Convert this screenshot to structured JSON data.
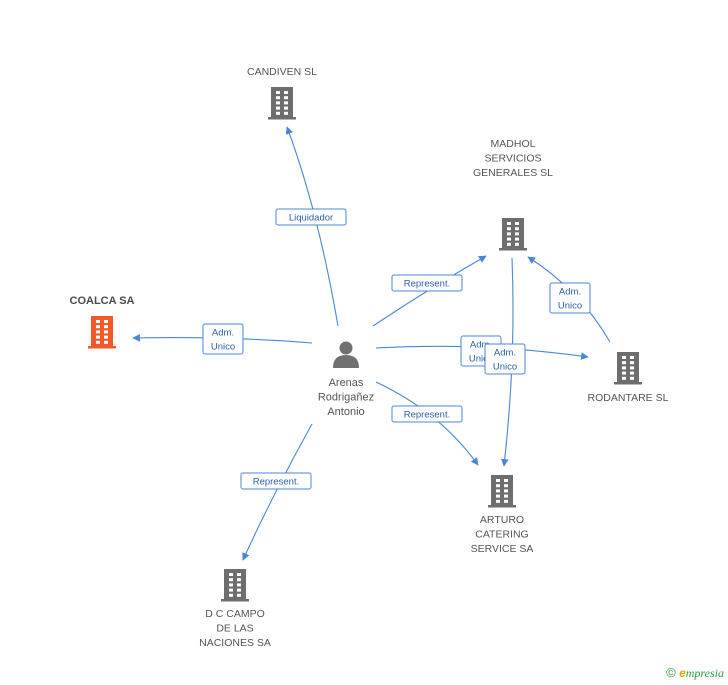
{
  "person": {
    "name_lines": [
      "Arenas",
      "Rodrigañez",
      "Antonio"
    ],
    "icon": "person-icon"
  },
  "companies": [
    {
      "id": "candiven",
      "lines": [
        "CANDIVEN SL"
      ],
      "icon": "building-icon",
      "highlight": false
    },
    {
      "id": "madhol",
      "lines": [
        "MADHOL",
        "SERVICIOS",
        "GENERALES SL"
      ],
      "icon": "building-icon",
      "highlight": false
    },
    {
      "id": "coalca",
      "lines": [
        "COALCA SA"
      ],
      "icon": "building-icon",
      "highlight": true
    },
    {
      "id": "rodantare",
      "lines": [
        "RODANTARE SL"
      ],
      "icon": "building-icon",
      "highlight": false
    },
    {
      "id": "arturo",
      "lines": [
        "ARTURO",
        "CATERING",
        "SERVICE SA"
      ],
      "icon": "building-icon",
      "highlight": false
    },
    {
      "id": "dccampo",
      "lines": [
        "D C CAMPO",
        "DE LAS",
        "NACIONES SA"
      ],
      "icon": "building-icon",
      "highlight": false
    }
  ],
  "relations": [
    {
      "from": "person",
      "to": "candiven",
      "label": [
        "Liquidador"
      ]
    },
    {
      "from": "person",
      "to": "madhol",
      "label": [
        "Represent."
      ]
    },
    {
      "from": "person",
      "to": "coalca",
      "label": [
        "Adm.",
        "Unico"
      ]
    },
    {
      "from": "person",
      "to": "rodantare",
      "label": [
        "Adm.",
        "Unico"
      ]
    },
    {
      "from": "person",
      "to": "arturo",
      "label": [
        "Represent."
      ]
    },
    {
      "from": "person",
      "to": "dccampo",
      "label": [
        "Represent."
      ]
    },
    {
      "from": "rodantare",
      "to": "madhol",
      "label": [
        "Adm.",
        "Unico"
      ]
    },
    {
      "from": "madhol",
      "to": "arturo",
      "label": [
        "Adm.",
        "Unico"
      ]
    }
  ],
  "colors": {
    "edge": "#4a86d8",
    "building": "#6e6e6e",
    "building_highlight": "#f05a28",
    "person": "#707070"
  },
  "footer": {
    "copyright": "©",
    "brand_initial": "e",
    "brand_rest": "mpresia"
  }
}
